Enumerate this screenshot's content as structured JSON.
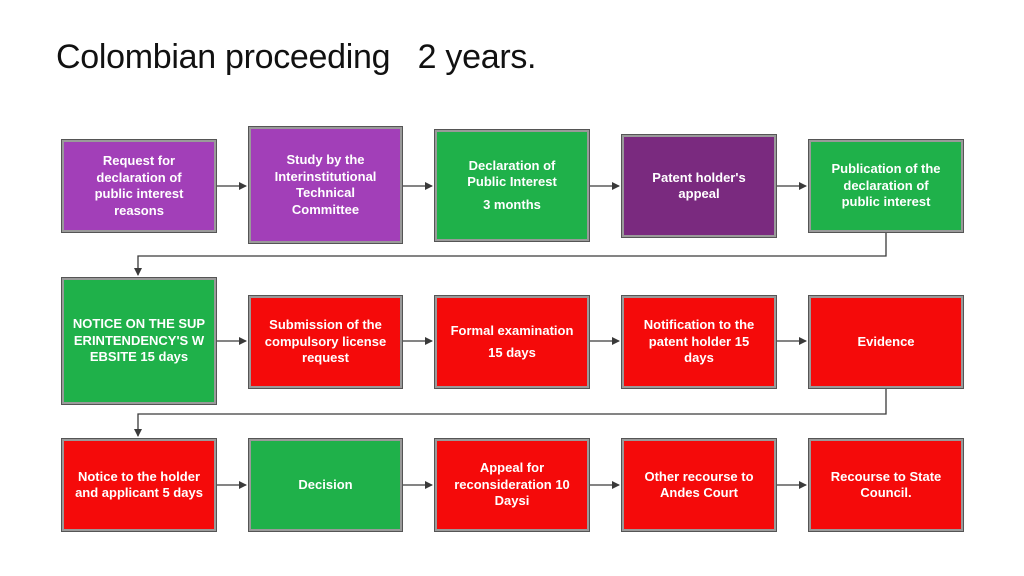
{
  "title": "Colombian proceeding   2 years.",
  "steps": [
    {
      "text": "Request for declaration of public interest reasons",
      "color": "#a23fb8"
    },
    {
      "text": "Study by the Interinstitutional Technical Committee",
      "color": "#a23fb8"
    },
    {
      "text": "Declaration of Public Interest",
      "sub": "3  months",
      "color": "#1fb14a"
    },
    {
      "text": "Patent holder's appeal",
      "color": "#7a2a7f"
    },
    {
      "text": "Publication of the declaration of public interest",
      "color": "#1fb14a"
    },
    {
      "text": "NOTICE ON THE SUPERINTENDENCY'S WEBSITE 15 days",
      "color": "#1fb14a"
    },
    {
      "text": "Submission of the compulsory license request",
      "color": "#f50a0a"
    },
    {
      "text": "Formal examination",
      "sub": "15 days",
      "color": "#f50a0a"
    },
    {
      "text": "Notification to the patent holder 15 days",
      "color": "#f50a0a"
    },
    {
      "text": "Evidence",
      "color": "#f50a0a"
    },
    {
      "text": "Notice to the holder and applicant 5 days",
      "color": "#f50a0a"
    },
    {
      "text": "Decision",
      "color": "#1fb14a"
    },
    {
      "text": "Appeal for reconsideration 10 Daysi",
      "color": "#f50a0a"
    },
    {
      "text": "Other recourse to Andes Court",
      "color": "#f50a0a"
    },
    {
      "text": "Recourse to State Council.",
      "color": "#f50a0a"
    }
  ]
}
